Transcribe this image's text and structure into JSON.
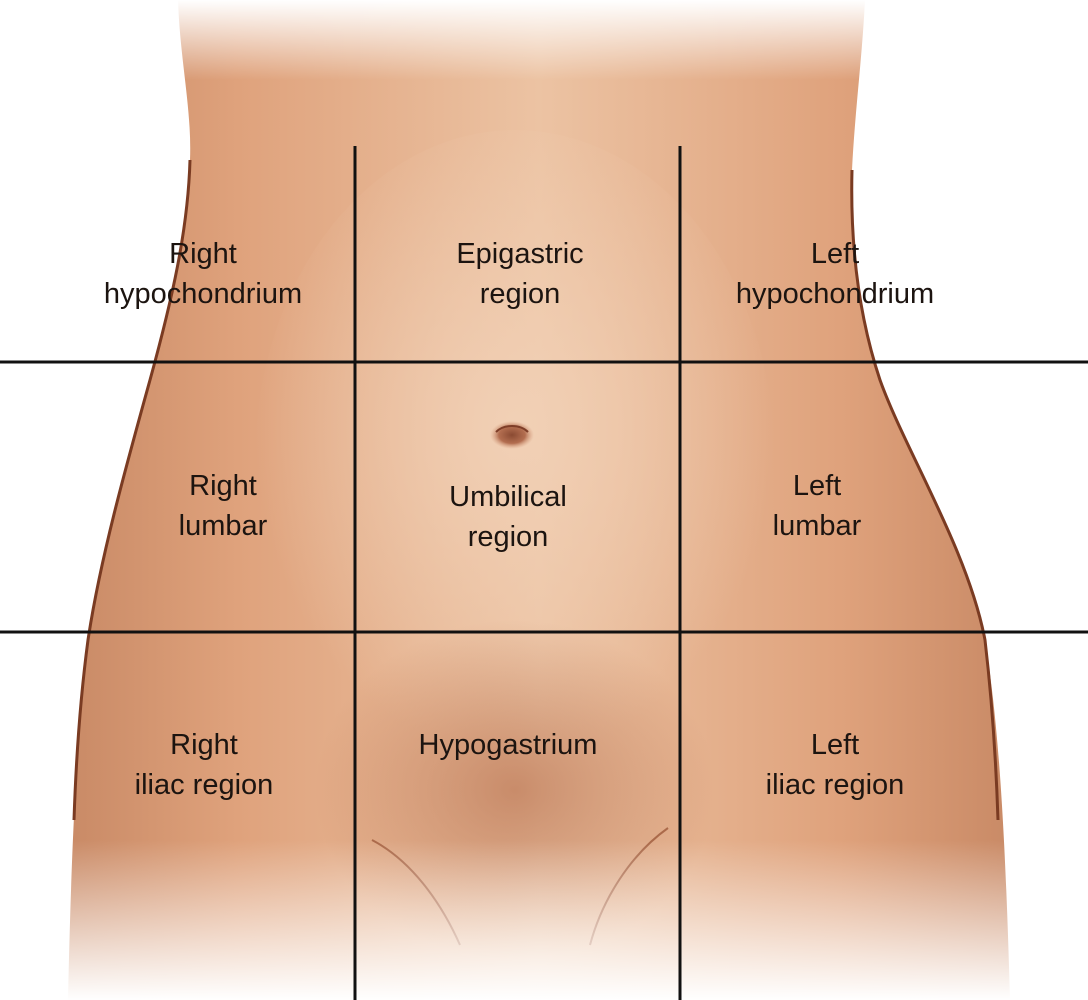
{
  "regions": {
    "right_hypochondrium": {
      "line1": "Right",
      "line2": "hypochondrium"
    },
    "epigastric": {
      "line1": "Epigastric",
      "line2": "region"
    },
    "left_hypochondrium": {
      "line1": "Left",
      "line2": "hypochondrium"
    },
    "right_lumbar": {
      "line1": "Right",
      "line2": "lumbar"
    },
    "umbilical": {
      "line1": "Umbilical",
      "line2": "region"
    },
    "left_lumbar": {
      "line1": "Left",
      "line2": "lumbar"
    },
    "right_iliac": {
      "line1": "Right",
      "line2": "iliac region"
    },
    "hypogastrium": {
      "line1": "Hypogastrium"
    },
    "left_iliac": {
      "line1": "Left",
      "line2": "iliac region"
    }
  },
  "colors": {
    "skin_light": "#ecc3a3",
    "skin_mid": "#dfa27c",
    "skin_shadow": "#c98360",
    "outline": "#7a3b22",
    "grid_lines": "#111111",
    "label_text": "#1c1410"
  }
}
